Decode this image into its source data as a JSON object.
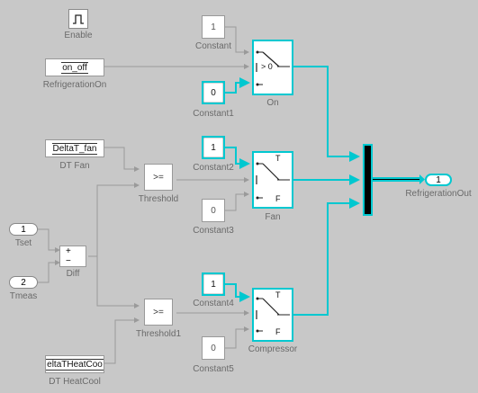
{
  "enable": {
    "label": "Enable"
  },
  "goto_refrig": {
    "text": "on_off",
    "label": "RefrigerationOn"
  },
  "goto_dtfan": {
    "text": "DeltaT_fan",
    "label": "DT Fan"
  },
  "goto_dtheat": {
    "text": "eltaTHeatCoo",
    "label": "DT HeatCool"
  },
  "tset": {
    "num": "1",
    "label": "Tset"
  },
  "tmeas": {
    "num": "2",
    "label": "Tmeas"
  },
  "diff": {
    "plus": "+",
    "minus": "−",
    "label": "Diff"
  },
  "threshold": {
    "op": ">=",
    "label": "Threshold"
  },
  "threshold1": {
    "op": ">=",
    "label": "Threshold1"
  },
  "constant": {
    "value": "1",
    "label": "Constant"
  },
  "constant1": {
    "value": "0",
    "label": "Constant1"
  },
  "constant2": {
    "value": "1",
    "label": "Constant2"
  },
  "constant3": {
    "value": "0",
    "label": "Constant3"
  },
  "constant4": {
    "value": "1",
    "label": "Constant4"
  },
  "constant5": {
    "value": "0",
    "label": "Constant5"
  },
  "switch_on": {
    "crit": "> 0",
    "label": "On"
  },
  "switch_fan": {
    "t": "T",
    "f": "F",
    "label": "Fan"
  },
  "switch_comp": {
    "t": "T",
    "f": "F",
    "label": "Compressor"
  },
  "outport": {
    "num": "1",
    "label": "RefrigerationOut"
  },
  "colors": {
    "highlight": "#00c8d0",
    "line": "#9a9a9a",
    "background": "#c8c8c8"
  }
}
